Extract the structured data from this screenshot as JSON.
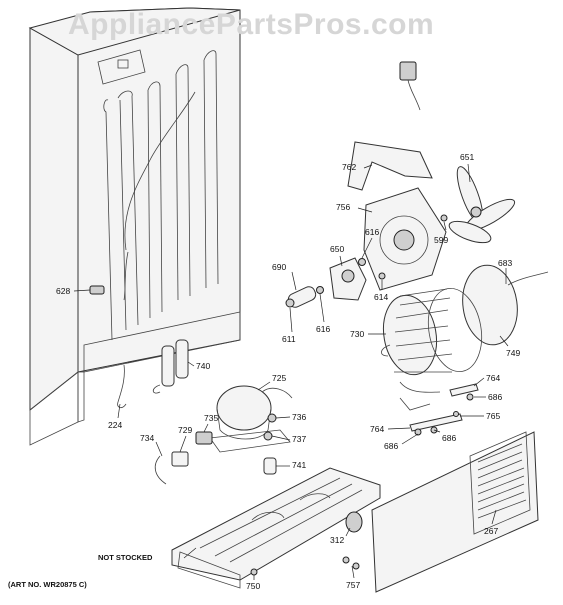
{
  "watermark": "AppliancePartsPros.com",
  "art_no": "(ART NO. WR20875 C)",
  "not_stocked": "NOT STOCKED",
  "parts": [
    {
      "id": "p628",
      "label": "628"
    },
    {
      "id": "p762",
      "label": "762"
    },
    {
      "id": "p651",
      "label": "651"
    },
    {
      "id": "p756",
      "label": "756"
    },
    {
      "id": "p616a",
      "label": "616"
    },
    {
      "id": "p650",
      "label": "650"
    },
    {
      "id": "p690",
      "label": "690"
    },
    {
      "id": "p599",
      "label": "599"
    },
    {
      "id": "p614",
      "label": "614"
    },
    {
      "id": "p683",
      "label": "683"
    },
    {
      "id": "p611",
      "label": "611"
    },
    {
      "id": "p616b",
      "label": "616"
    },
    {
      "id": "p730",
      "label": "730"
    },
    {
      "id": "p749",
      "label": "749"
    },
    {
      "id": "p740",
      "label": "740"
    },
    {
      "id": "p725",
      "label": "725"
    },
    {
      "id": "p764a",
      "label": "764"
    },
    {
      "id": "p686a",
      "label": "686"
    },
    {
      "id": "p765",
      "label": "765"
    },
    {
      "id": "p224",
      "label": "224"
    },
    {
      "id": "p735",
      "label": "735"
    },
    {
      "id": "p736",
      "label": "736"
    },
    {
      "id": "p764b",
      "label": "764"
    },
    {
      "id": "p686b",
      "label": "686"
    },
    {
      "id": "p686c",
      "label": "686"
    },
    {
      "id": "p734",
      "label": "734"
    },
    {
      "id": "p729",
      "label": "729"
    },
    {
      "id": "p737",
      "label": "737"
    },
    {
      "id": "p741",
      "label": "741"
    },
    {
      "id": "p267",
      "label": "267"
    },
    {
      "id": "p312",
      "label": "312"
    },
    {
      "id": "p750",
      "label": "750"
    },
    {
      "id": "p757",
      "label": "757"
    }
  ]
}
